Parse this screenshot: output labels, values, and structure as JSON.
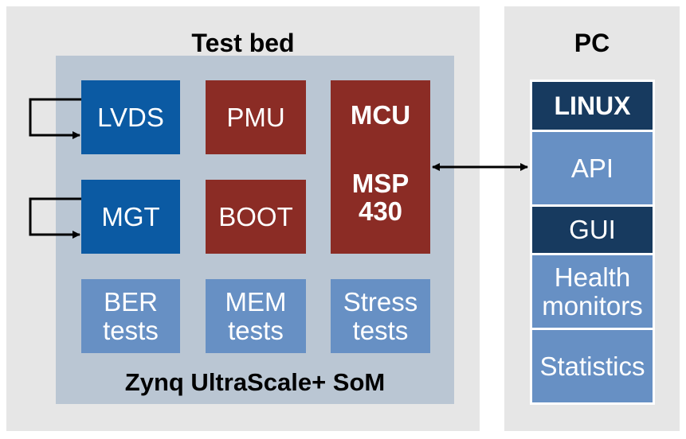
{
  "testbed": {
    "title": "Test bed",
    "som_label": "Zynq UltraScale+ SoM",
    "blocks": {
      "lvds": "LVDS",
      "mgt": "MGT",
      "pmu": "PMU",
      "boot": "BOOT",
      "mcu_line1": "MCU",
      "mcu_line2": "MSP",
      "mcu_line3": "430",
      "ber_line1": "BER",
      "ber_line2": "tests",
      "mem_line1": "MEM",
      "mem_line2": "tests",
      "stress_line1": "Stress",
      "stress_line2": "tests"
    }
  },
  "pc": {
    "title": "PC",
    "stack": {
      "linux": "LINUX",
      "api": "API",
      "gui": "GUI",
      "health_line1": "Health",
      "health_line2": "monitors",
      "statistics": "Statistics"
    }
  },
  "colors": {
    "panel": "#e6e6e6",
    "som": "#bac6d3",
    "blue": "#0b5aa3",
    "red": "#8b2c25",
    "light_blue": "#6790c4",
    "dark_navy": "#173a5f"
  }
}
